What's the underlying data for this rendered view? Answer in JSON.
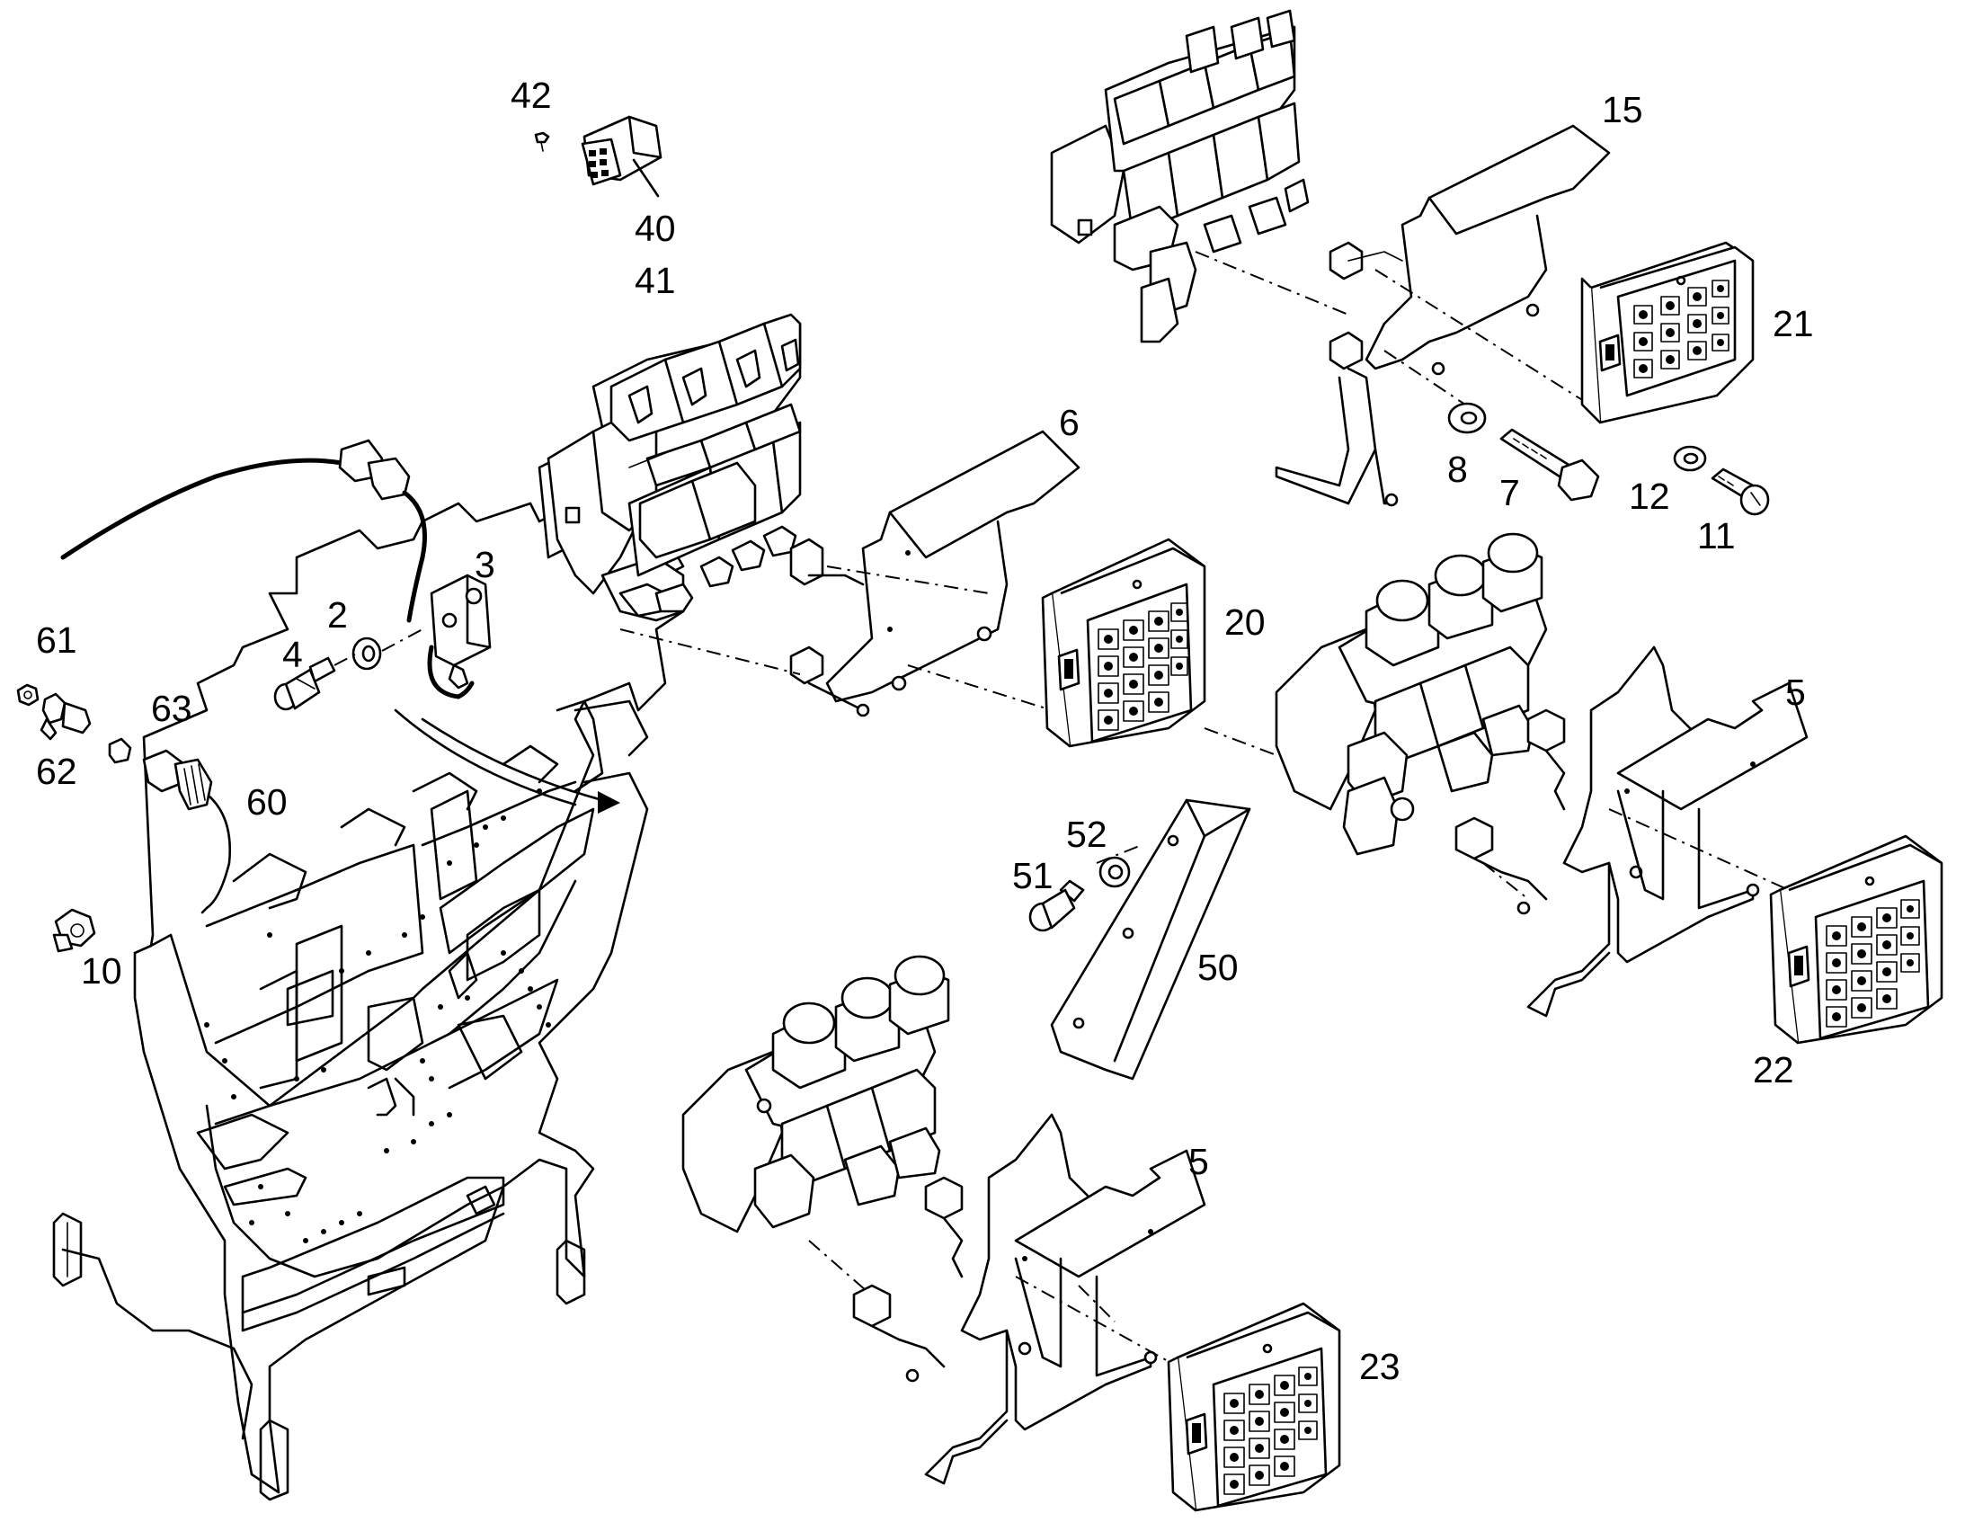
{
  "callouts": {
    "c42": "42",
    "c40": "40",
    "c41": "41",
    "c15": "15",
    "c21": "21",
    "c6": "6",
    "c8": "8",
    "c7": "7",
    "c12": "12",
    "c11": "11",
    "c3": "3",
    "c2": "2",
    "c4": "4",
    "c61": "61",
    "c63": "63",
    "c62": "62",
    "c60": "60",
    "c10": "10",
    "c20": "20",
    "c5a": "5",
    "c52": "52",
    "c51": "51",
    "c50": "50",
    "c22": "22",
    "c5b": "5",
    "c23": "23"
  }
}
